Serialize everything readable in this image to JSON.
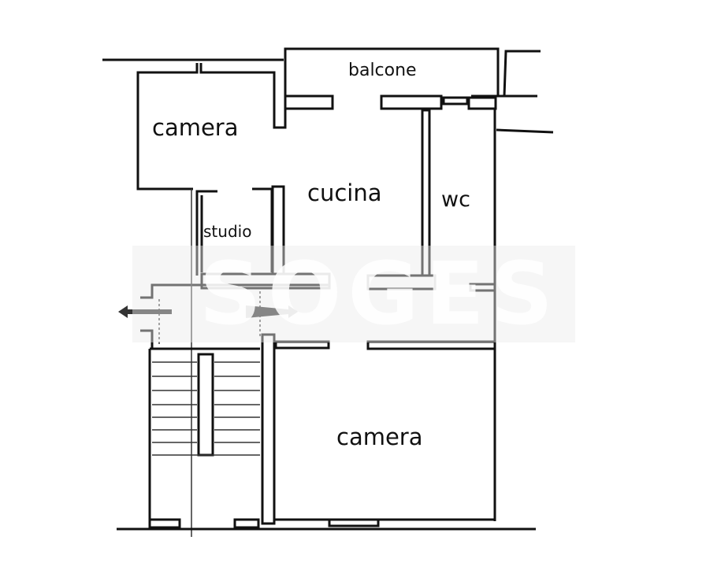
{
  "rooms": {
    "camera_top": "camera",
    "balcone": "balcone",
    "cucina": "cucina",
    "wc": "wc",
    "studio": "studio",
    "camera_bottom": "camera"
  },
  "watermark": "SOGES",
  "colors": {
    "wall": "#111111",
    "background": "#ffffff"
  }
}
